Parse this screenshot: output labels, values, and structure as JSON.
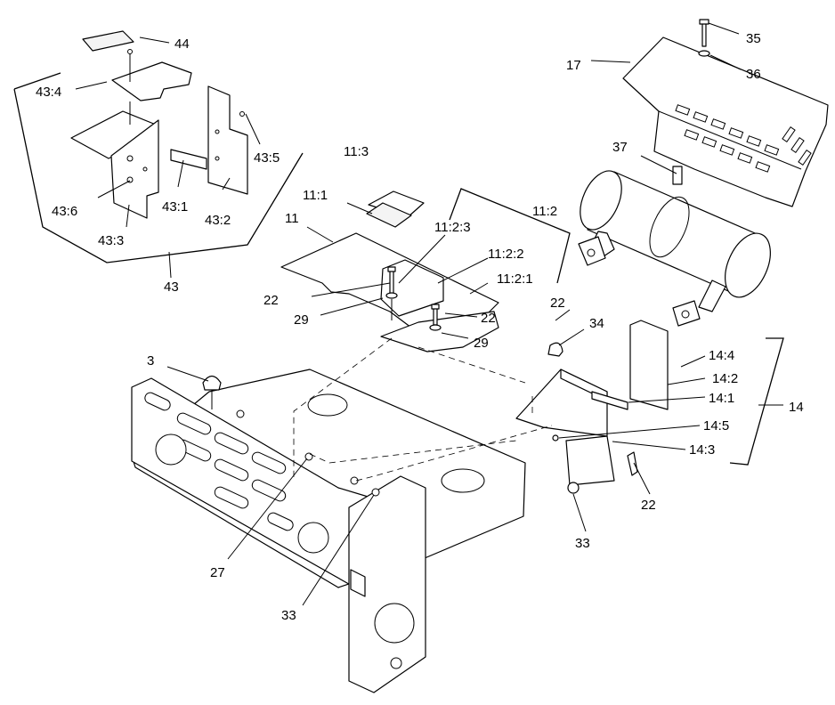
{
  "labels": {
    "c44": "44",
    "c43_4": "43:4",
    "c43_5": "43:5",
    "c43_6": "43:6",
    "c43_1": "43:1",
    "c43_2": "43:2",
    "c43_3": "43:3",
    "c43": "43",
    "c17": "17",
    "c35": "35",
    "c36": "36",
    "c37": "37",
    "c11_3": "11:3",
    "c11_1": "11:1",
    "c11": "11",
    "c11_2": "11:2",
    "c11_2_3": "11:2:3",
    "c11_2_2": "11:2:2",
    "c11_2_1": "11:2:1",
    "c22_a": "22",
    "c29_a": "29",
    "c22_b": "22",
    "c29_b": "29",
    "c22_c": "22",
    "c34": "34",
    "c3": "3",
    "c14_4": "14:4",
    "c14_2": "14:2",
    "c14_1": "14:1",
    "c14": "14",
    "c14_5": "14:5",
    "c14_3": "14:3",
    "c22_d": "22",
    "c33_a": "33",
    "c27": "27",
    "c33_b": "33"
  }
}
